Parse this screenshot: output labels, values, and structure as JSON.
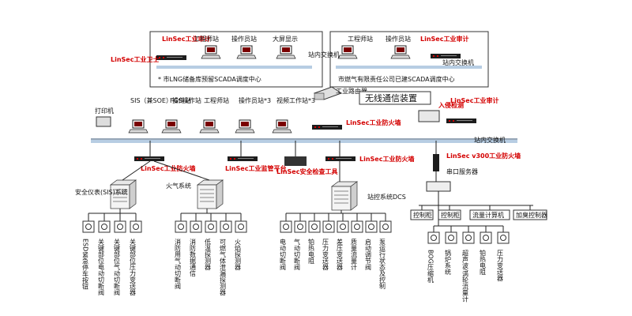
{
  "left_center": {
    "title": "* 市LNG储备库预留SCADA调度中心",
    "audit": "LinSec工业审计",
    "engineer": "工程师站",
    "operator": "操作员站",
    "screen": "大屏显示"
  },
  "right_center": {
    "title": "市燃气有限责任公司已建SCADA调度中心",
    "engineer": "工程师站",
    "operator": "操作员站",
    "audit": "LinSec工业审计"
  },
  "guard": "LinSec工业卫士",
  "switch_top": "站内交换机",
  "switch_top_right": "站内交换机",
  "router": "工业路由器",
  "wireless": "无线通信装置",
  "intrusion": "入侵检测",
  "audit_mid": "LinSec工业审计",
  "switch_main": "站内交换机",
  "firewall_mid": "LinSec工业防火墙",
  "workstations": {
    "printer": "打印机",
    "sis": "SIS（兼SOE）操作站",
    "fgs": "FGS操作站",
    "eng": "工程师站",
    "op": "操作员站*3",
    "video": "视频工作站*3"
  },
  "fw_left": "LinSec工业防火墙",
  "monitor": "LinSec工业监管平台",
  "checker": "LinSec安全检查工具",
  "fw_center": "LinSec工业防火墙",
  "fw_v300": "LinSec v300工业防火墙",
  "serial": "串口服务器",
  "sis_system": "安全仪表(SIS)系统",
  "fire_system": "火气系统",
  "dcs_system": "站控系统DCS",
  "sis_devices": [
    "ESD紧急停车按钮",
    "关键部位电动切断阀",
    "关键部位气动切断阀",
    "关键部位压力变送器"
  ],
  "fire_devices": [
    "消防用气动切断阀",
    "消防数据通信",
    "低温探测器",
    "可燃气体泄漏探测器",
    "火焰探测器"
  ],
  "dcs_devices": [
    "电动切断阀",
    "气动切断阀",
    "铂热电阻",
    "压力变送器",
    "差压变送器",
    "质量流量计",
    "启动调节阀",
    "泵运行状态及控制"
  ],
  "controllers": [
    "控制柜",
    "控制柜",
    "流量计算机",
    "加臭控制器"
  ],
  "serial_devices": [
    "BOG压缩机",
    "锅炉系统",
    "超声波/涡轮流量计",
    "铂热电阻",
    "压力变送器"
  ],
  "colors": {
    "accent": "#d40000",
    "bus": "#b7cde3"
  }
}
